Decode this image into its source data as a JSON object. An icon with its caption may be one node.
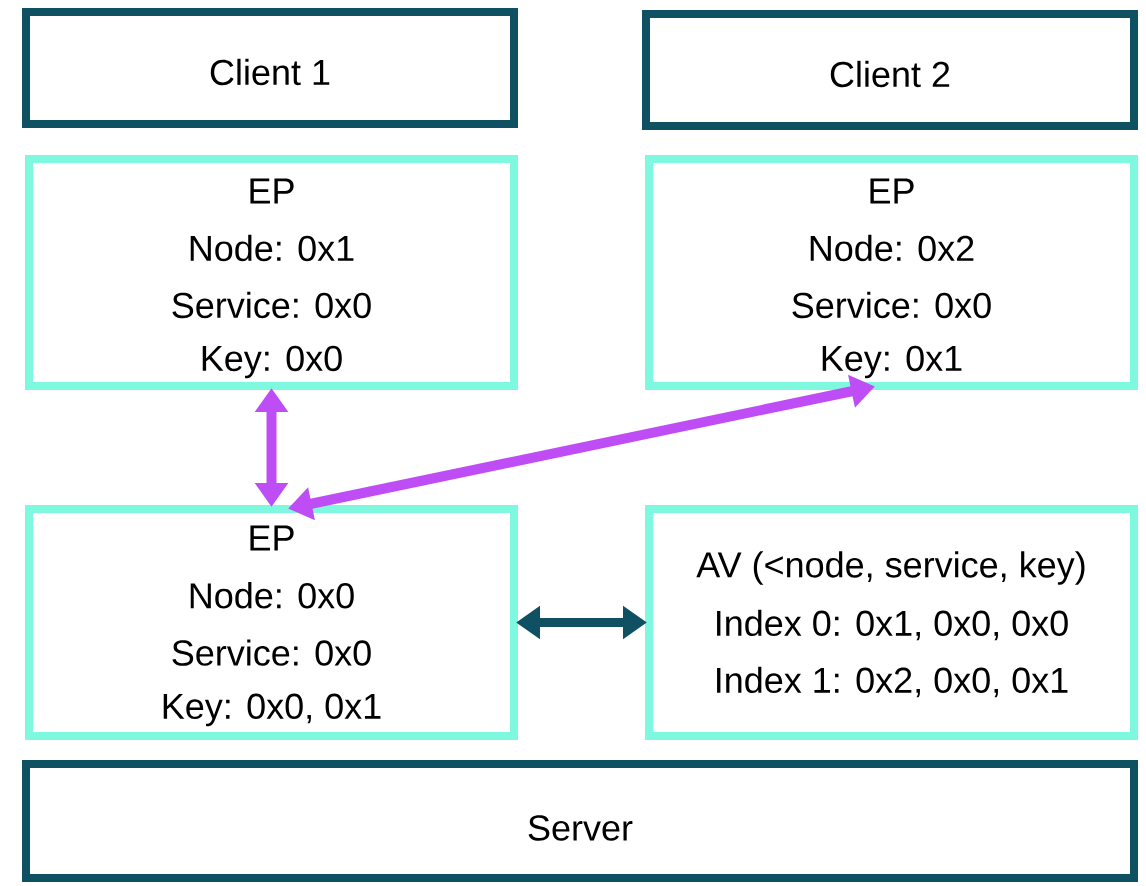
{
  "diagram": {
    "nodes": [
      {
        "text": [
          "Client 1"
        ]
      },
      {
        "text": [
          "Client 2"
        ]
      },
      {
        "text": [
          "EP",
          "Node: 0x1",
          "Service: 0x0",
          "Key: 0x0"
        ]
      },
      {
        "text": [
          "EP",
          "Node: 0x2",
          "Service: 0x0",
          "Key: 0x1"
        ]
      },
      {
        "text": [
          "EP",
          "Node: 0x0",
          "Service: 0x0",
          "Key: 0x0, 0x1"
        ]
      },
      {
        "text": [
          "AV (<node, service, key)",
          "Index 0: 0x1, 0x0, 0x0",
          "Index 1: 0x2, 0x0, 0x1"
        ]
      },
      {
        "text": [
          "Server"
        ]
      }
    ],
    "edges": [
      {
        "from": 2,
        "to": 4,
        "arrow": "both"
      },
      {
        "from": 4,
        "to": 3,
        "arrow": "both"
      },
      {
        "from": 4,
        "to": 5,
        "arrow": "both",
        "color": "#0f5163"
      }
    ]
  }
}
